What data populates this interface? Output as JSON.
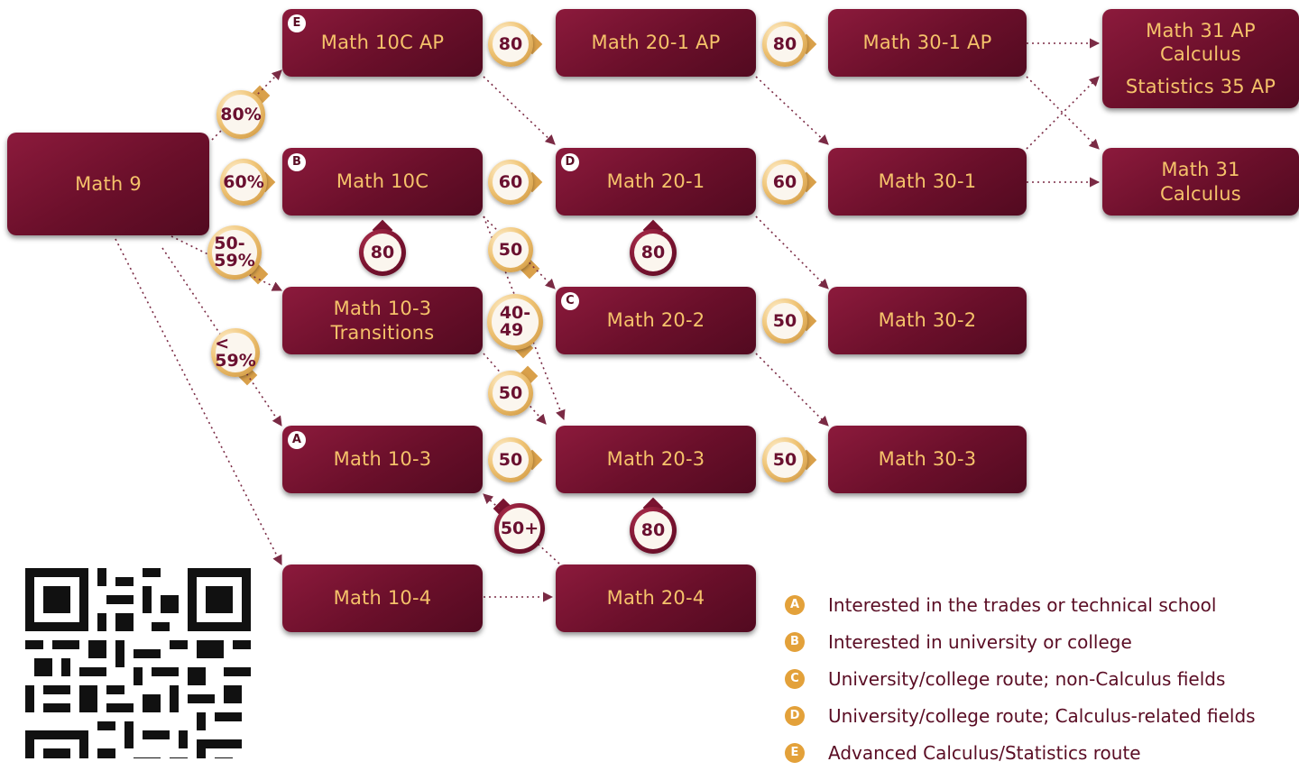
{
  "courses": {
    "math9": "Math 9",
    "m10cap": "Math 10C AP",
    "m201ap": "Math 20-1 AP",
    "m301ap": "Math 30-1 AP",
    "m31ap": {
      "line1": "Math 31 AP",
      "line2": "Calculus",
      "line3": "Statistics 35 AP"
    },
    "m10c": "Math 10C",
    "m201": "Math 20-1",
    "m301": "Math 30-1",
    "m31": {
      "line1": "Math 31",
      "line2": "Calculus"
    },
    "m103t": {
      "line1": "Math 10-3",
      "line2": "Transitions"
    },
    "m202": "Math 20-2",
    "m302": "Math 30-2",
    "m103": "Math 10-3",
    "m203": "Math 20-3",
    "m303": "Math 30-3",
    "m104": "Math 10-4",
    "m204": "Math 20-4"
  },
  "route_letters": {
    "m10cap": "E",
    "m10c": "B",
    "m201": "D",
    "m202": "C",
    "m103": "A"
  },
  "badges": {
    "b80pct": "80%",
    "b60pct": "60%",
    "b5059": "50-\n59%",
    "blt59": "<\n59%",
    "b80a": "80",
    "b80b": "80",
    "b60a": "60",
    "b60b": "60",
    "b80c": "80",
    "b50a": "50",
    "b80d": "80",
    "b4049": "40-\n49",
    "b50b": "50",
    "b50c": "50",
    "b50d": "50",
    "b50e": "50",
    "b50plus": "50+",
    "b80e": "80"
  },
  "legend": [
    {
      "letter": "A",
      "text": "Interested in the trades or technical school"
    },
    {
      "letter": "B",
      "text": "Interested in university or college"
    },
    {
      "letter": "C",
      "text": "University/college route; non-Calculus fields"
    },
    {
      "letter": "D",
      "text": "University/college route; Calculus-related fields"
    },
    {
      "letter": "E",
      "text": "Advanced Calculus/Statistics route"
    }
  ],
  "colors": {
    "course_fill": "#6a0f2a",
    "course_text": "#f5c26a",
    "badge_gold": "#e3a13a",
    "legend_text": "#5a0d24",
    "arrow": "#7a2a44"
  },
  "icons": {
    "qr": "qr-code-icon"
  }
}
